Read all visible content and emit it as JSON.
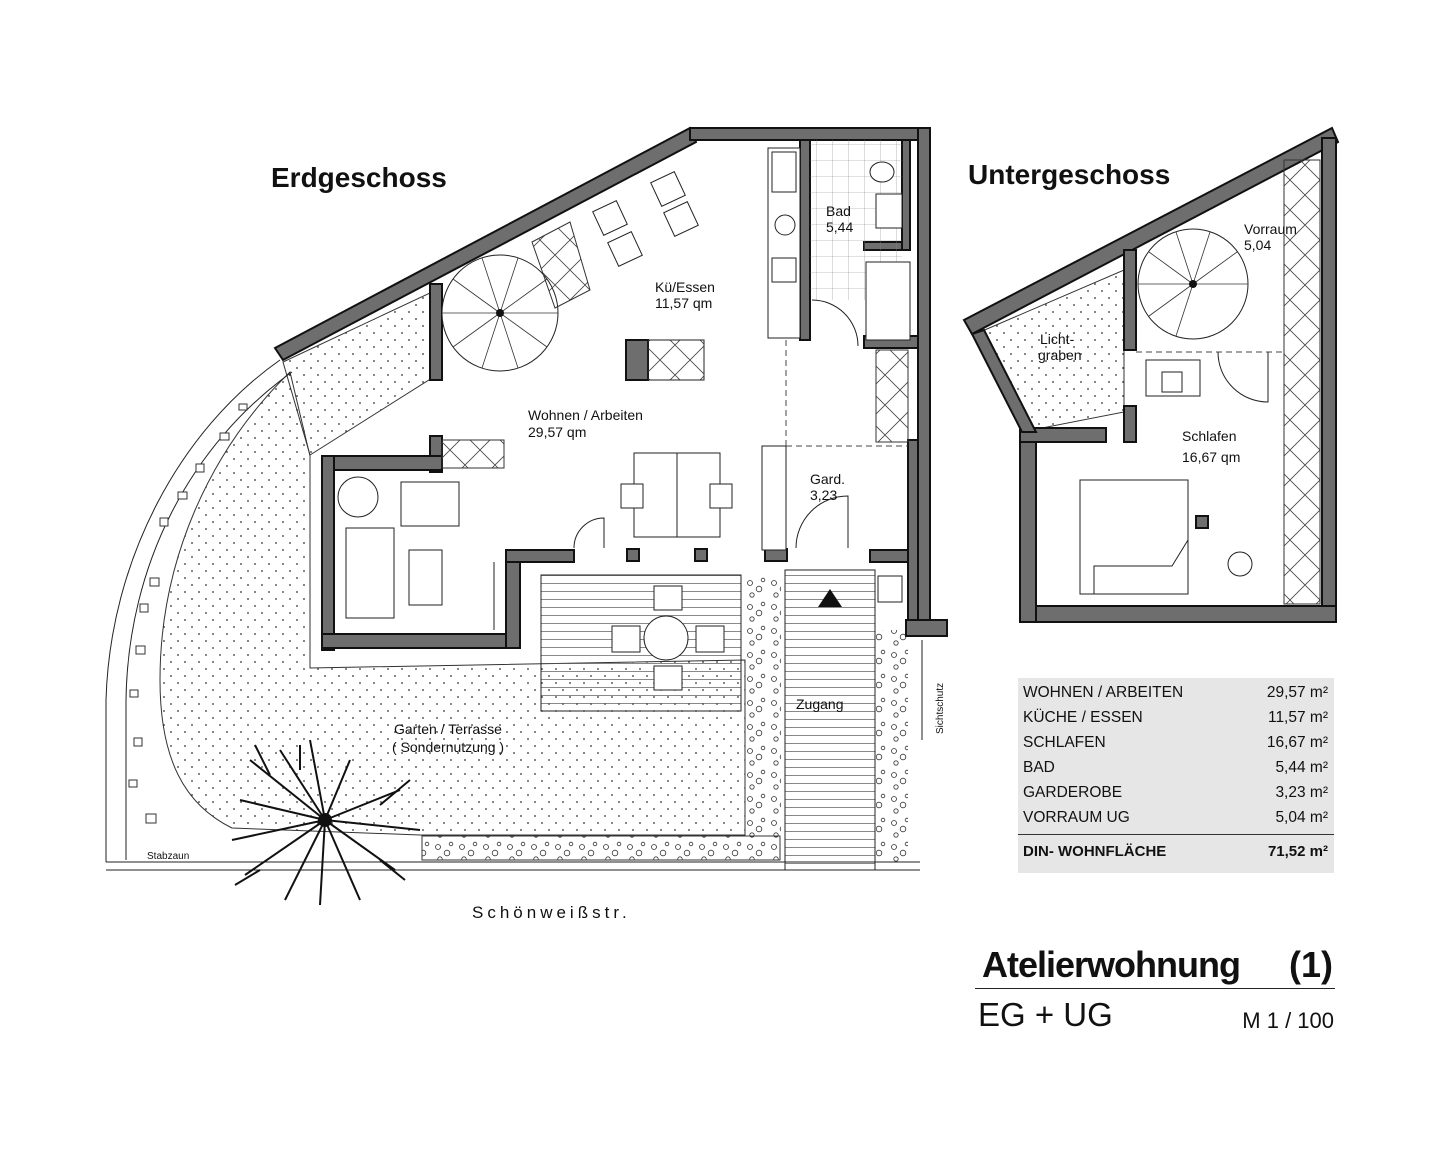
{
  "headings": {
    "ground_floor": "Erdgeschoss",
    "basement": "Untergeschoss"
  },
  "rooms_ground": {
    "bad": {
      "name": "Bad",
      "area": "5,44"
    },
    "kueche": {
      "name": "Kü/Essen",
      "area": "11,57 qm"
    },
    "wohnen": {
      "name": "Wohnen / Arbeiten",
      "area": "29,57 qm"
    },
    "garderobe": {
      "name": "Gard.",
      "area": "3,23"
    },
    "garten": {
      "name": "Garten / Terrasse",
      "note": "( Sondernutzung )"
    },
    "zugang": "Zugang"
  },
  "rooms_basement": {
    "vorraum": {
      "name": "Vorraum",
      "area": "5,04"
    },
    "lichtgraben": {
      "line1": "Licht-",
      "line2": "graben"
    },
    "schlafen": {
      "name": "Schlafen",
      "area": "16,67 qm"
    }
  },
  "labels": {
    "stabzaun": "Stabzaun",
    "sichtschutz": "Sichtschutz",
    "street": "Schönweißstr."
  },
  "area_table": {
    "rows": [
      {
        "label": "WOHNEN / ARBEITEN",
        "value": "29,57 m²"
      },
      {
        "label": "KÜCHE / ESSEN",
        "value": "11,57 m²"
      },
      {
        "label": "SCHLAFEN",
        "value": "16,67 m²"
      },
      {
        "label": "BAD",
        "value": "5,44 m²"
      },
      {
        "label": "GARDEROBE",
        "value": "3,23 m²"
      },
      {
        "label": "VORRAUM UG",
        "value": "5,04 m²"
      }
    ],
    "total": {
      "label": "DIN- WOHNFLÄCHE",
      "value": "71,52 m²"
    }
  },
  "title_block": {
    "title": "Atelierwohnung",
    "unit": "(1)",
    "floors": "EG + UG",
    "scale": "M 1 / 100"
  },
  "colors": {
    "wall": "#6e6e6e",
    "table_bg": "#e6e6e6",
    "ink": "#111111"
  }
}
